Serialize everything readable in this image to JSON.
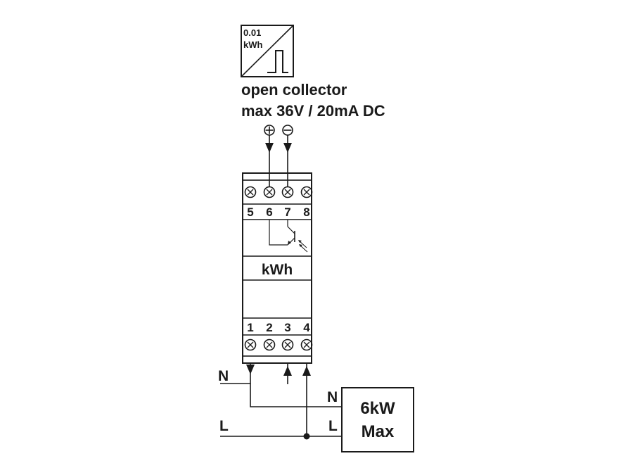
{
  "pulse_symbol": {
    "value": "0.01",
    "unit": "kWh"
  },
  "output_spec": {
    "line1": "open collector",
    "line2": "max 36V / 20mA DC"
  },
  "meter": {
    "top_terminals": [
      "5",
      "6",
      "7",
      "8"
    ],
    "display_label": "kWh",
    "bottom_terminals": [
      "1",
      "2",
      "3",
      "4"
    ]
  },
  "supply": {
    "neutral": "N",
    "line": "L"
  },
  "load": {
    "neutral": "N",
    "line": "L",
    "rating_line1": "6kW",
    "rating_line2": "Max"
  },
  "colors": {
    "ink": "#1a1a1a",
    "background": "#ffffff"
  }
}
